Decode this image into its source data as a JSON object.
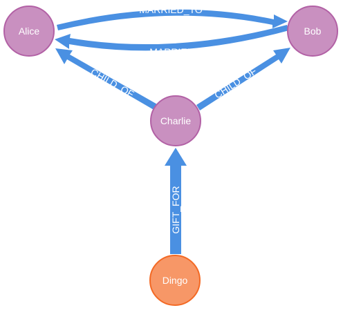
{
  "nodes": {
    "alice": {
      "label": "Alice",
      "color": "#c990c0",
      "stroke": "#b261a5"
    },
    "bob": {
      "label": "Bob",
      "color": "#c990c0",
      "stroke": "#b261a5"
    },
    "charlie": {
      "label": "Charlie",
      "color": "#c990c0",
      "stroke": "#b261a5"
    },
    "dingo": {
      "label": "Dingo",
      "color": "#f79767",
      "stroke": "#f36924"
    }
  },
  "relationships": {
    "alice_bob": {
      "type": "MARRIED_TO",
      "from": "Alice",
      "to": "Bob"
    },
    "bob_alice": {
      "type": "MARRIED_TO",
      "from": "Bob",
      "to": "Alice"
    },
    "charlie_alice": {
      "type": "CHILD_OF",
      "from": "Charlie",
      "to": "Alice"
    },
    "charlie_bob": {
      "type": "CHILD_OF",
      "from": "Charlie",
      "to": "Bob"
    },
    "dingo_charlie": {
      "type": "GIFT_FOR",
      "from": "Dingo",
      "to": "Charlie"
    }
  },
  "colors": {
    "relationship": "#4a90e2",
    "label_text": "#ffffff"
  }
}
